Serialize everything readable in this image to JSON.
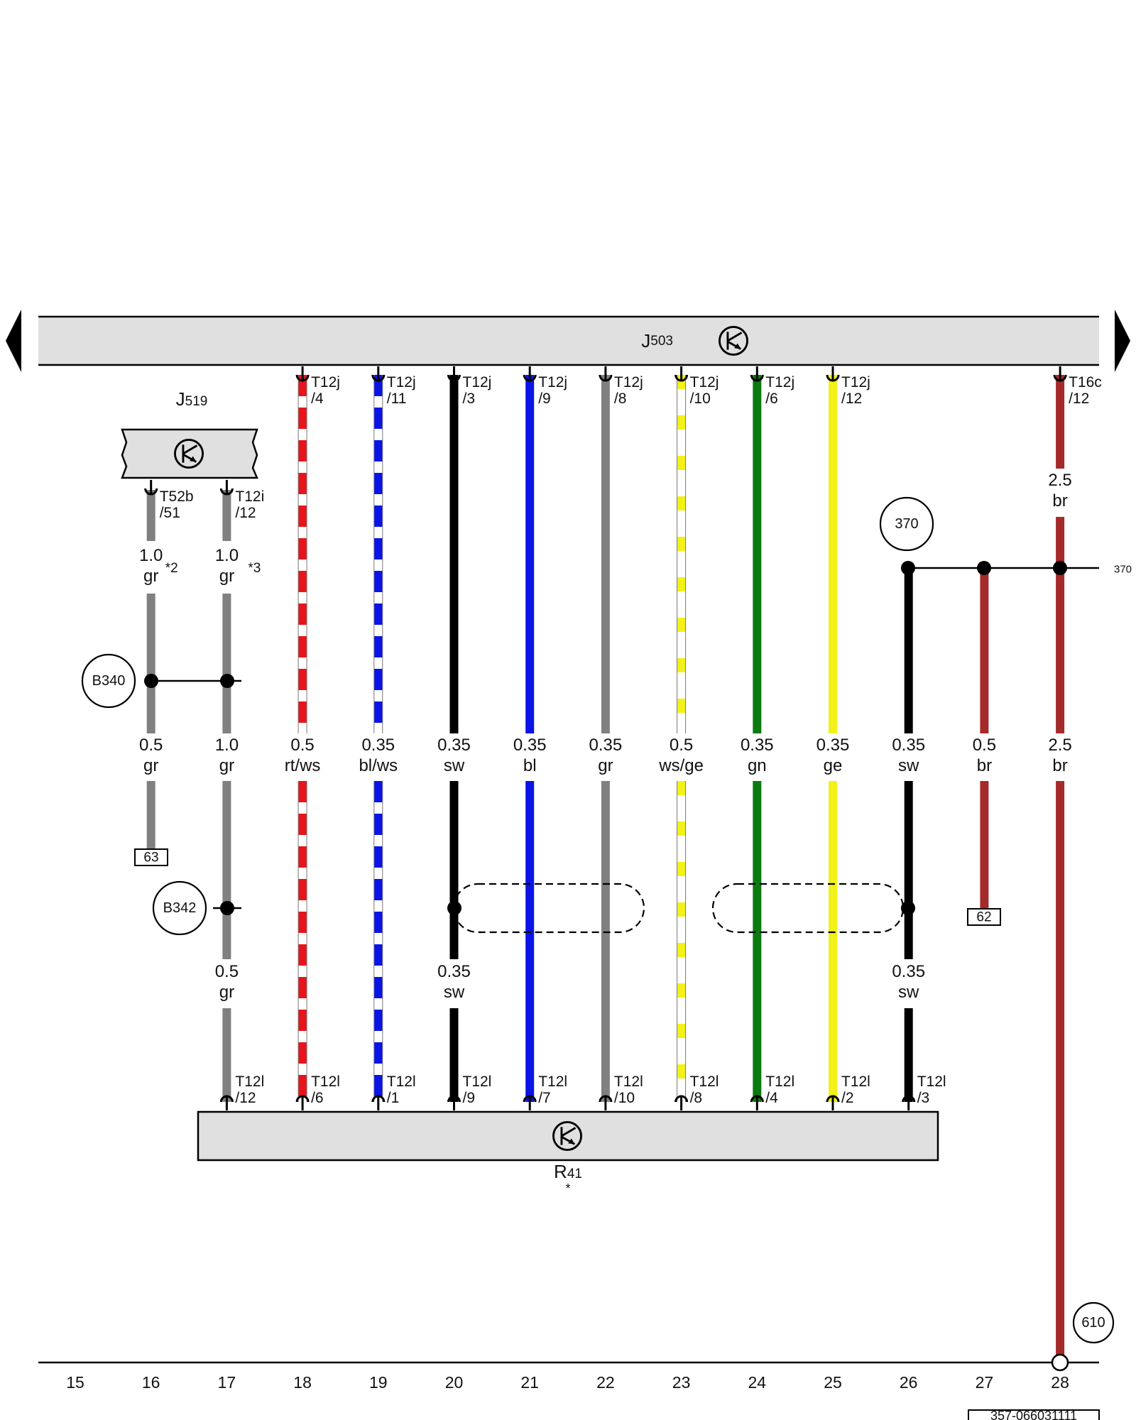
{
  "diagram_id": "357-066031111",
  "components": {
    "j503": {
      "name": "J503",
      "prefix": "J",
      "sub": "503"
    },
    "j519": {
      "name": "J519",
      "prefix": "J",
      "sub": "519"
    },
    "r41": {
      "name": "R41",
      "prefix": "R",
      "sub": "41",
      "note": "*"
    }
  },
  "columns": [
    "15",
    "16",
    "17",
    "18",
    "19",
    "20",
    "21",
    "22",
    "23",
    "24",
    "25",
    "26",
    "27",
    "28"
  ],
  "top_connectors": [
    {
      "id": "c18",
      "l1": "T12j",
      "l2": "/4"
    },
    {
      "id": "c19",
      "l1": "T12j",
      "l2": "/11"
    },
    {
      "id": "c20",
      "l1": "T12j",
      "l2": "/3"
    },
    {
      "id": "c21",
      "l1": "T12j",
      "l2": "/9"
    },
    {
      "id": "c22",
      "l1": "T12j",
      "l2": "/8"
    },
    {
      "id": "c23",
      "l1": "T12j",
      "l2": "/10"
    },
    {
      "id": "c24",
      "l1": "T12j",
      "l2": "/6"
    },
    {
      "id": "c25",
      "l1": "T12j",
      "l2": "/12"
    },
    {
      "id": "c28",
      "l1": "T16c",
      "l2": "/12"
    }
  ],
  "j519_connectors": [
    {
      "id": "c16",
      "l1": "T52b",
      "l2": "/51"
    },
    {
      "id": "c17",
      "l1": "T12i",
      "l2": "/12"
    }
  ],
  "bottom_connectors": [
    {
      "id": "b17",
      "l1": "T12l",
      "l2": "/12"
    },
    {
      "id": "b18",
      "l1": "T12l",
      "l2": "/6"
    },
    {
      "id": "b19",
      "l1": "T12l",
      "l2": "/1"
    },
    {
      "id": "b20",
      "l1": "T12l",
      "l2": "/9"
    },
    {
      "id": "b21",
      "l1": "T12l",
      "l2": "/7"
    },
    {
      "id": "b22",
      "l1": "T12l",
      "l2": "/10"
    },
    {
      "id": "b23",
      "l1": "T12l",
      "l2": "/8"
    },
    {
      "id": "b24",
      "l1": "T12l",
      "l2": "/4"
    },
    {
      "id": "b25",
      "l1": "T12l",
      "l2": "/2"
    },
    {
      "id": "b26",
      "l1": "T12l",
      "l2": "/3"
    }
  ],
  "wire_labels_main": [
    {
      "gauge": "0.5",
      "color": "gr"
    },
    {
      "gauge": "1.0",
      "color": "gr"
    },
    {
      "gauge": "0.5",
      "color": "rt/ws"
    },
    {
      "gauge": "0.35",
      "color": "bl/ws"
    },
    {
      "gauge": "0.35",
      "color": "sw"
    },
    {
      "gauge": "0.35",
      "color": "bl"
    },
    {
      "gauge": "0.35",
      "color": "gr"
    },
    {
      "gauge": "0.5",
      "color": "ws/ge"
    },
    {
      "gauge": "0.35",
      "color": "gn"
    },
    {
      "gauge": "0.35",
      "color": "ge"
    },
    {
      "gauge": "0.35",
      "color": "sw"
    },
    {
      "gauge": "0.5",
      "color": "br"
    },
    {
      "gauge": "2.5",
      "color": "br"
    }
  ],
  "wire_labels_upper": [
    {
      "gauge": "1.0",
      "color": "gr",
      "note": "*2"
    },
    {
      "gauge": "1.0",
      "color": "gr",
      "note": "*3"
    },
    {
      "gauge": "2.5",
      "color": "br",
      "note": ""
    }
  ],
  "wire_labels_lower": [
    {
      "gauge": "0.5",
      "color": "gr"
    },
    {
      "gauge": "0.35",
      "color": "sw"
    },
    {
      "gauge": "0.35",
      "color": "sw"
    }
  ],
  "circle_refs": {
    "b340": "B340",
    "b342": "B342",
    "r370": "370",
    "r610": "610"
  },
  "offpage_ref_370": "370",
  "box_refs": {
    "ref63": "63",
    "ref62": "62"
  },
  "wire_colors": {
    "gr": "#808080",
    "rt": "#e8141b",
    "ws": "#ffffff",
    "bl": "#0a14e6",
    "sw": "#000000",
    "ge": "#f2f21a",
    "gn": "#0b7a10",
    "br": "#a52a2a"
  },
  "component_fill": "#e0e0e0"
}
